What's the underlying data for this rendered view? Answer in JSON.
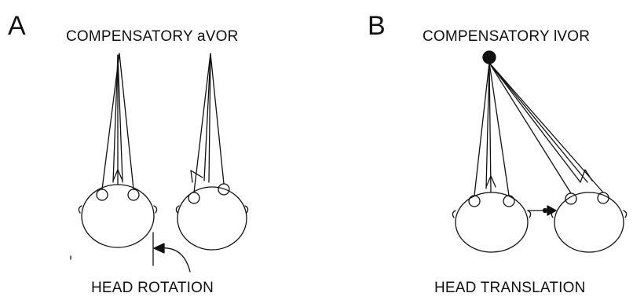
{
  "panel_a": {
    "letter": "A",
    "title": "COMPENSATORY aVOR",
    "caption": "HEAD ROTATION"
  },
  "panel_b": {
    "letter": "B",
    "title": "COMPENSATORY lVOR",
    "caption": "HEAD TRANSLATION"
  },
  "colors": {
    "ink": "#111111",
    "background": "#ffffff"
  }
}
